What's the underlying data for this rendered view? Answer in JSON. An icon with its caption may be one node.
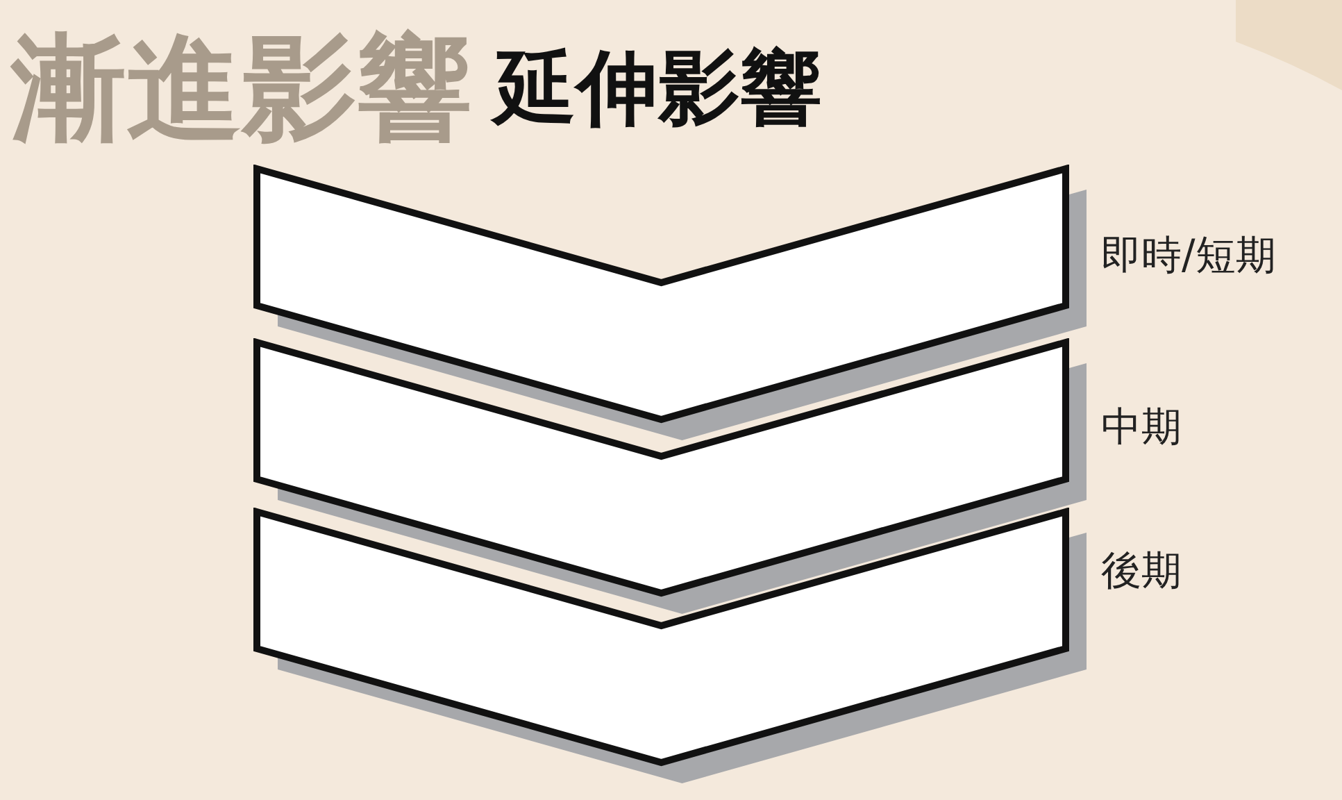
{
  "diagram": {
    "title": "延伸影響",
    "nodes": [
      {
        "text": [],
        "shape": "chevron",
        "beside": [
          "即時/短期"
        ]
      },
      {
        "text": [],
        "shape": "chevron",
        "beside": [
          "中期"
        ]
      },
      {
        "text": [],
        "shape": "chevron",
        "beside": [
          "後期"
        ]
      }
    ],
    "labels": [
      "漸進影響"
    ]
  }
}
